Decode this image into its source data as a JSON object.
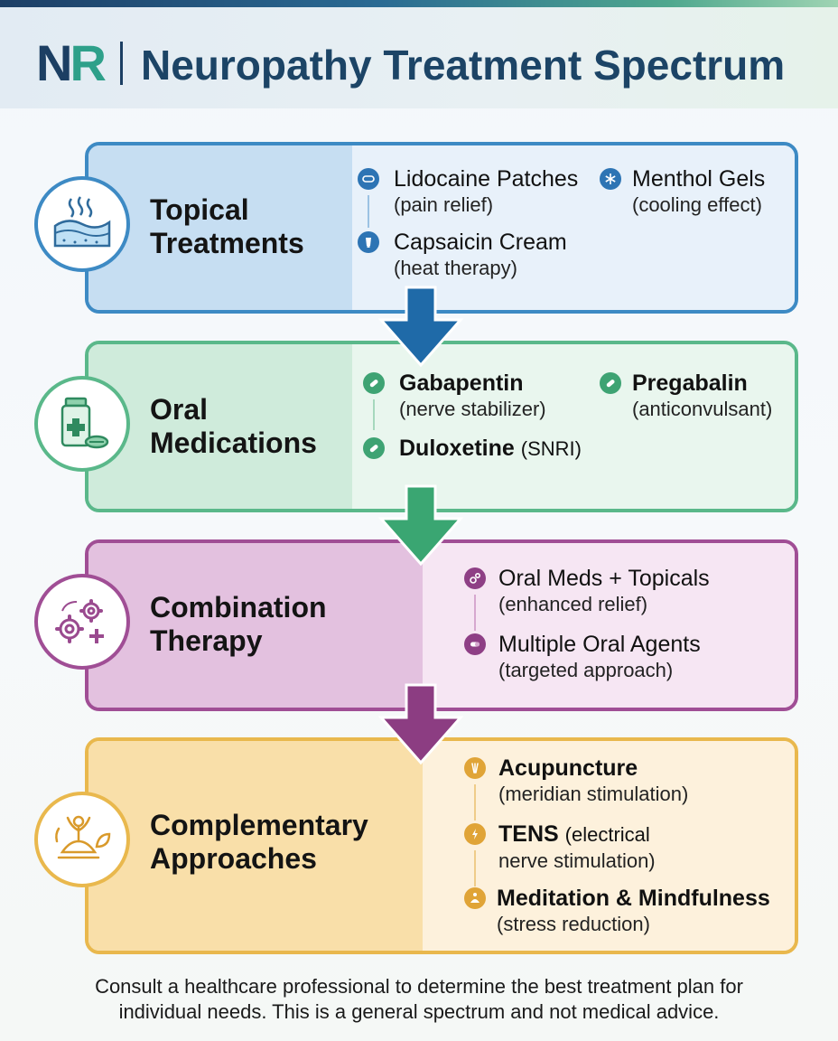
{
  "header": {
    "logo_n": "N",
    "logo_r": "R",
    "title": "Neuropathy Treatment Spectrum"
  },
  "colors": {
    "topical": "#3d8ac4",
    "oral": "#5ab88a",
    "combination": "#a04e95",
    "complementary": "#e9b84d"
  },
  "categories": [
    {
      "label_line1": "Topical",
      "label_line2": "Treatments",
      "icon": "skin-layer-heat-icon",
      "items": [
        {
          "name": "Lidocaine Patches",
          "detail": "(pain relief)",
          "icon": "patch-icon"
        },
        {
          "name": "Menthol Gels",
          "detail": "(cooling effect)",
          "icon": "snowflake-icon"
        },
        {
          "name": "Capsaicin Cream",
          "detail": "(heat therapy)",
          "icon": "cream-tube-icon"
        }
      ]
    },
    {
      "label_line1": "Oral",
      "label_line2": "Medications",
      "icon": "medicine-bottle-icon",
      "items": [
        {
          "name": "Gabapentin",
          "detail": "(nerve stabilizer)",
          "icon": "pill-icon"
        },
        {
          "name": "Pregabalin",
          "detail": "(anticonvulsant)",
          "icon": "pill-icon"
        },
        {
          "name": "Duloxetine",
          "detail": "(SNRI)",
          "icon": "pill-icon"
        }
      ]
    },
    {
      "label_line1": "Combination",
      "label_line2": "Therapy",
      "icon": "gears-plus-icon",
      "items": [
        {
          "name": "Oral Meds + Topicals",
          "detail": "(enhanced relief)",
          "icon": "gears-icon"
        },
        {
          "name": "Multiple Oral Agents",
          "detail": "(targeted approach)",
          "icon": "capsule-icon"
        }
      ]
    },
    {
      "label_line1": "Complementary",
      "label_line2": "Approaches",
      "icon": "meditation-leaf-icon",
      "items": [
        {
          "name": "Acupuncture",
          "detail": "(meridian stimulation)",
          "icon": "needles-icon"
        },
        {
          "name": "TENS",
          "detail_inline": "(electrical",
          "detail": "nerve stimulation)",
          "icon": "electric-pulse-icon"
        },
        {
          "name": "Meditation & Mindfulness",
          "detail": "(stress reduction)",
          "icon": "meditation-icon"
        }
      ]
    }
  ],
  "footer": {
    "line1": "Consult a healthcare professional to determine the best treatment plan for",
    "line2": "individual needs. This is a general spectrum and not medical advice."
  }
}
